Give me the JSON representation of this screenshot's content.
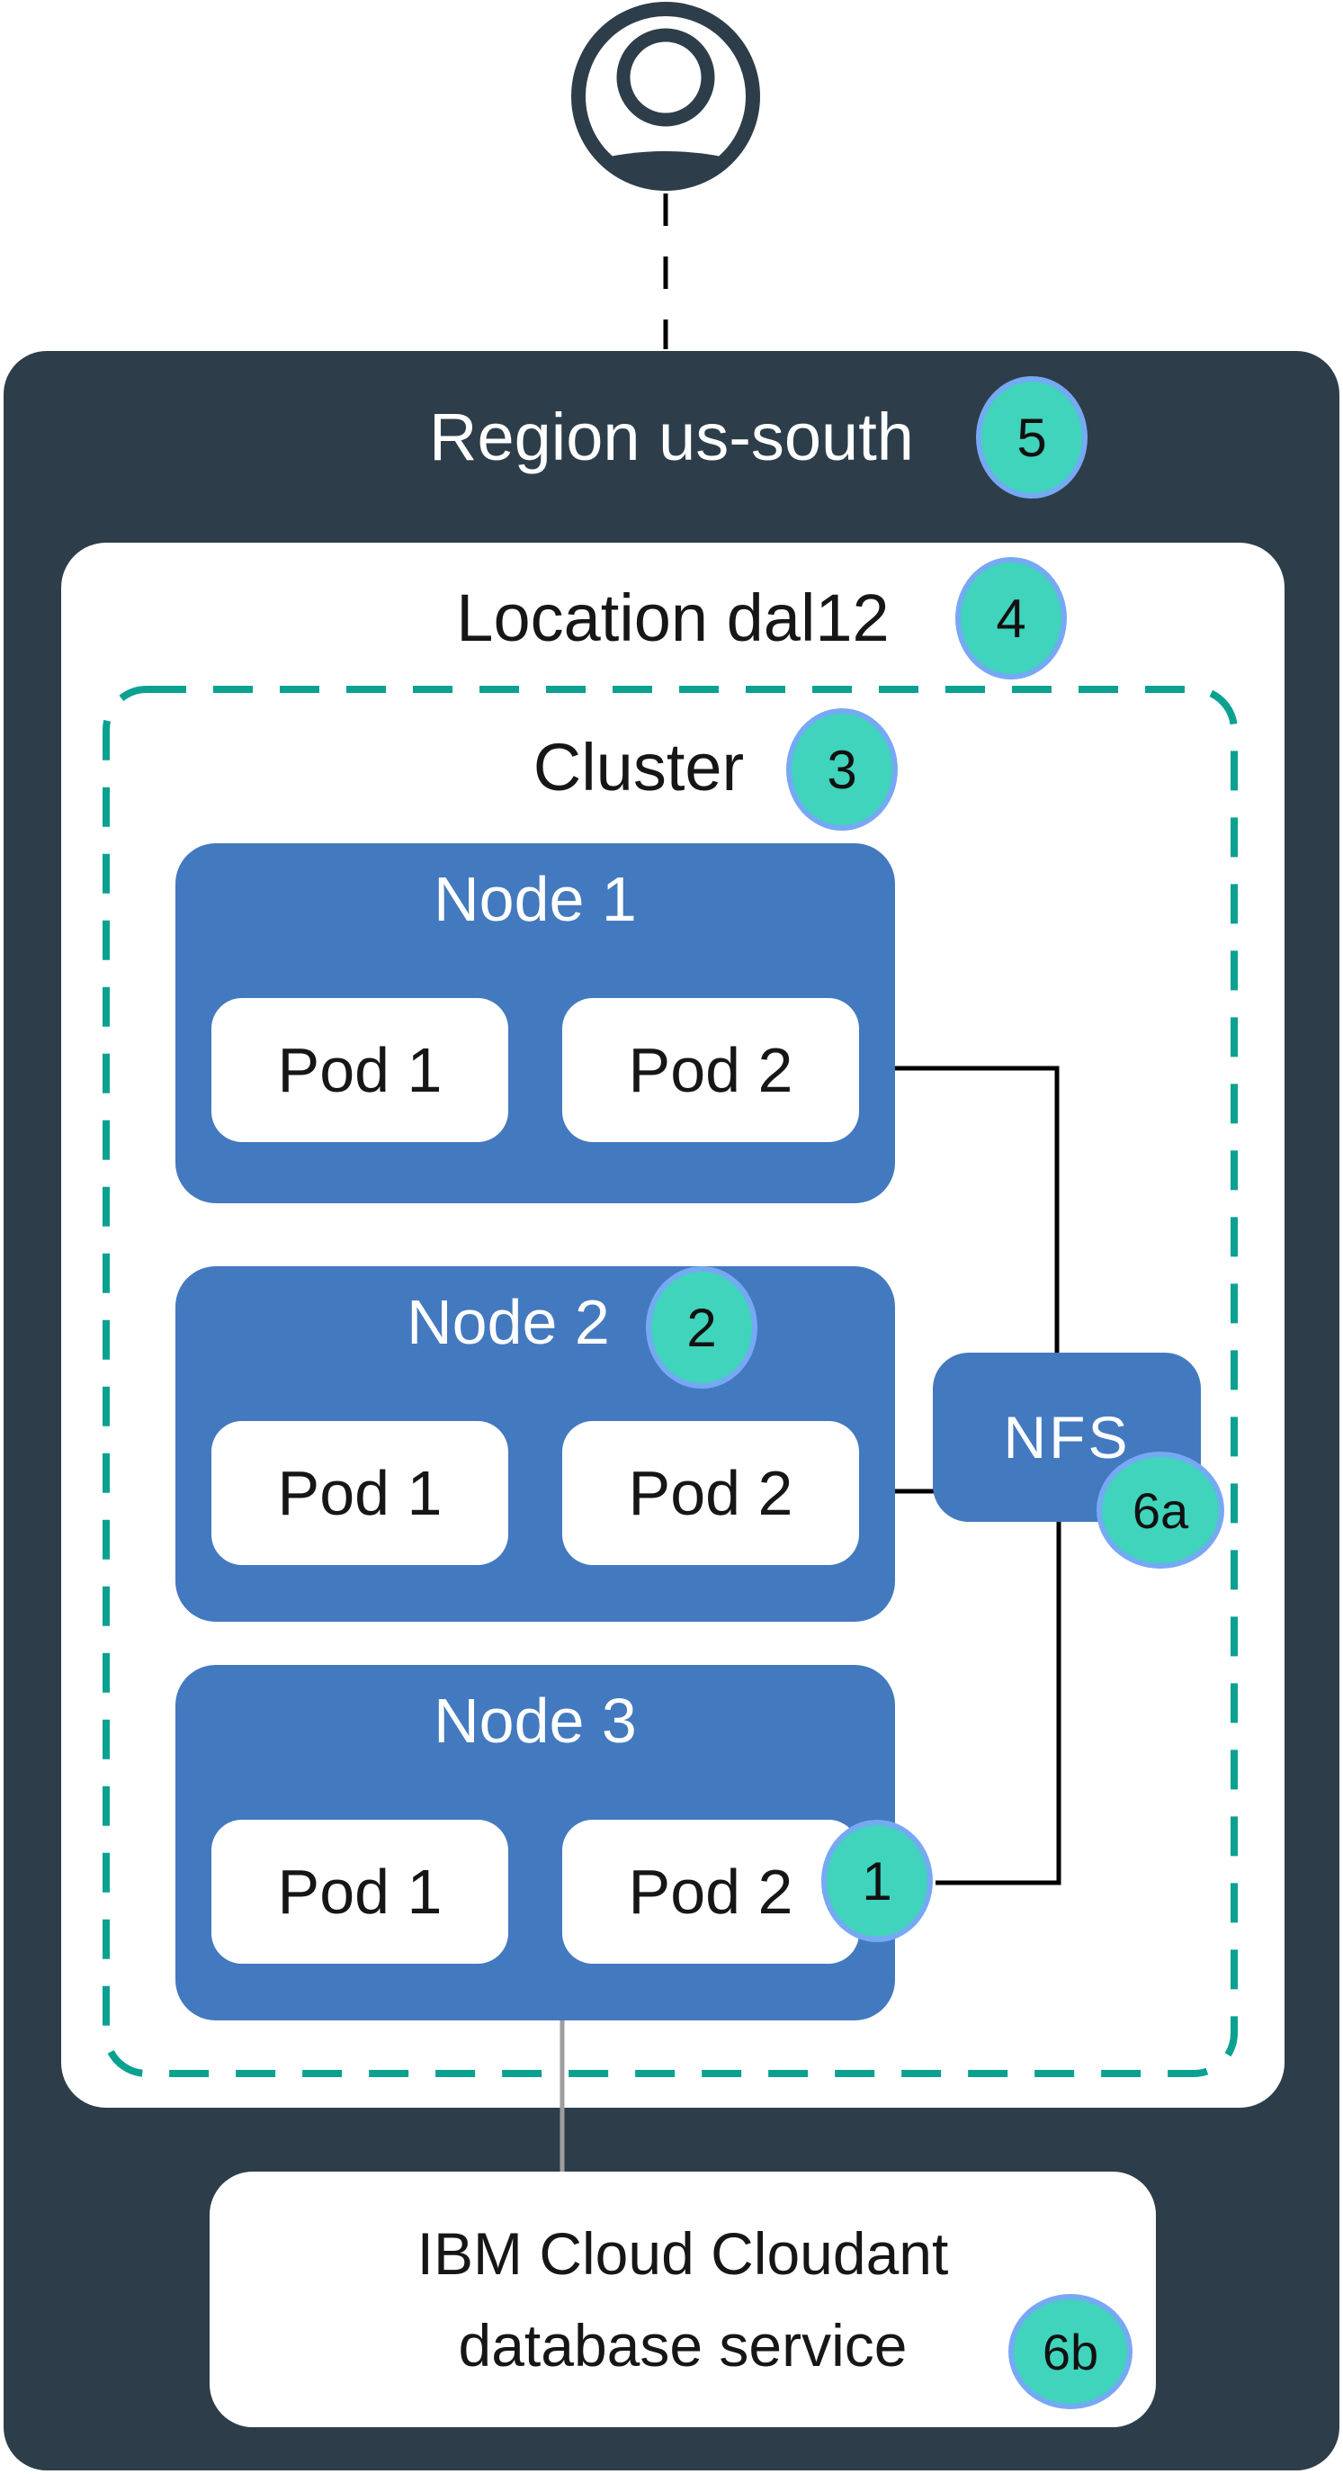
{
  "user": {
    "icon": "user-icon"
  },
  "region": {
    "label": "Region us-south",
    "badge": "5"
  },
  "location": {
    "label": "Location dal12",
    "badge": "4"
  },
  "cluster": {
    "label": "Cluster",
    "badge": "3",
    "nodes": [
      {
        "label": "Node 1",
        "pods": [
          {
            "label": "Pod 1"
          },
          {
            "label": "Pod 2"
          }
        ]
      },
      {
        "label": "Node 2",
        "badge": "2",
        "pods": [
          {
            "label": "Pod 1"
          },
          {
            "label": "Pod 2"
          }
        ]
      },
      {
        "label": "Node 3",
        "pods": [
          {
            "label": "Pod 1"
          },
          {
            "label": "Pod 2",
            "badge": "1"
          }
        ]
      }
    ]
  },
  "nfs": {
    "label": "NFS",
    "badge": "6a"
  },
  "cloudant": {
    "line1": "IBM Cloud Cloudant",
    "line2": "database service",
    "badge": "6b"
  },
  "colors": {
    "dark_slate": "#2d3e4a",
    "node_blue": "#4379bf",
    "cluster_dash_teal": "#0ba190",
    "badge_fill": "#3fd4bb",
    "badge_border": "#76a9f3",
    "connector_black": "#000000",
    "connector_gray": "#9e9e9e"
  }
}
